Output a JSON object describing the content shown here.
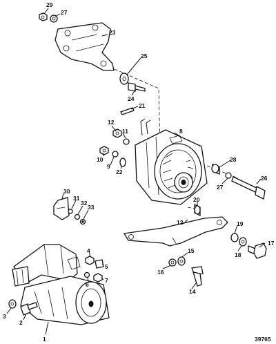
{
  "figure_id": "39765",
  "callouts": {
    "c1": "1",
    "c2": "2",
    "c3": "3",
    "c4": "4",
    "c5": "5",
    "c6": "6",
    "c7": "7",
    "c8": "8",
    "c9": "9",
    "c10": "10",
    "c11": "11",
    "c12": "12",
    "c13": "13",
    "c14": "14",
    "c15": "15",
    "c16": "16",
    "c17": "17",
    "c18": "18",
    "c19": "19",
    "c20": "20",
    "c21": "21",
    "c22": "22",
    "c23": "23",
    "c24": "24",
    "c25": "25",
    "c26": "26",
    "c27a": "27",
    "c27b": "27",
    "c28": "28",
    "c29": "29",
    "c30": "30",
    "c31": "31",
    "c32": "32",
    "c33": "33"
  }
}
